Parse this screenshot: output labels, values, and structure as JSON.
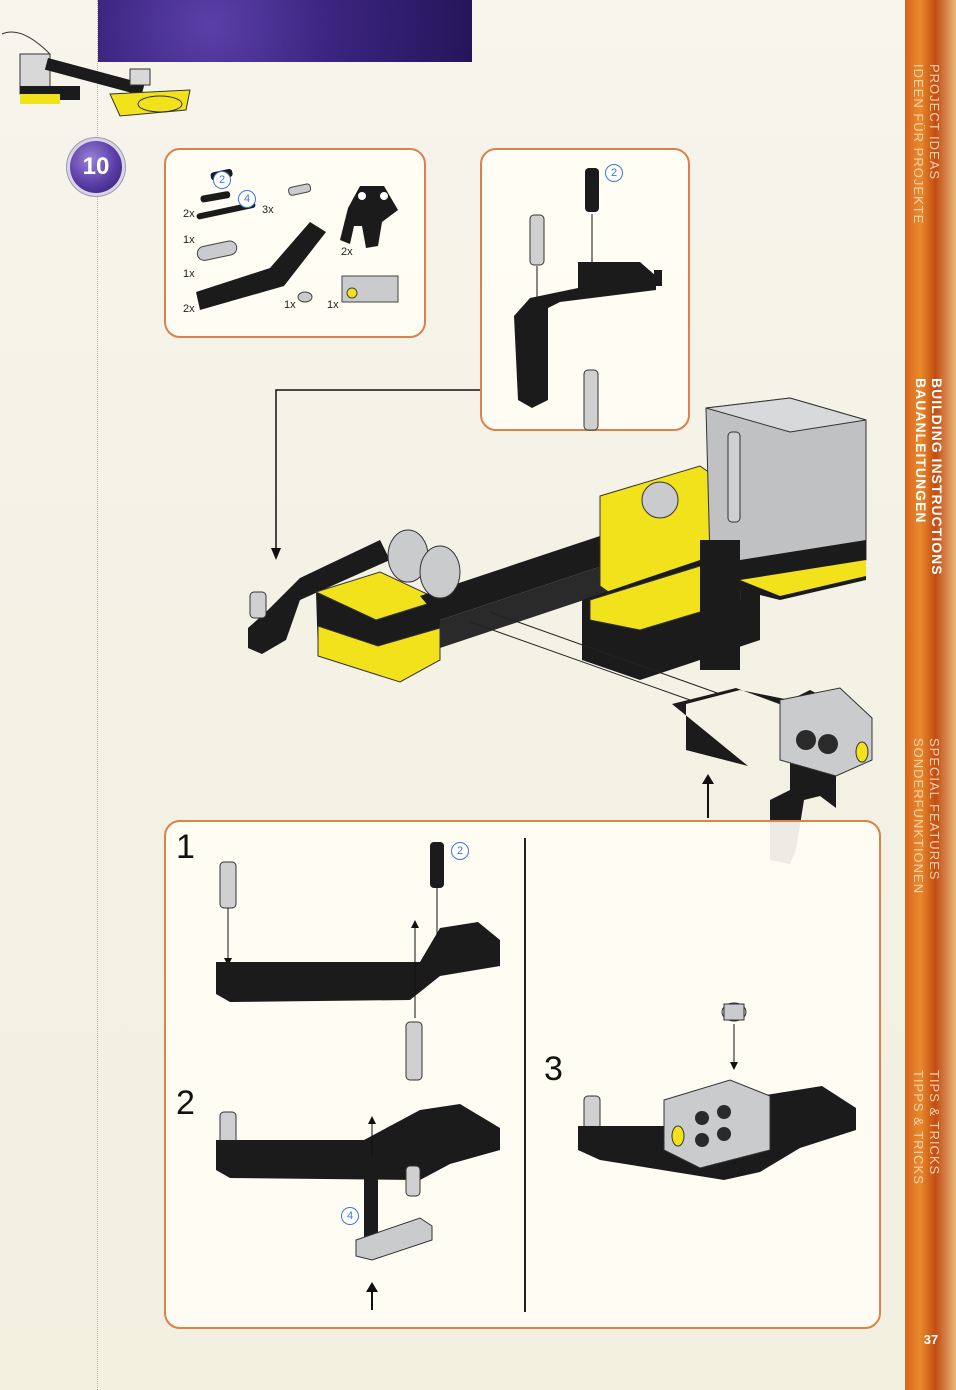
{
  "page": {
    "step_number": "10",
    "page_number": "37"
  },
  "parts_list": {
    "items": [
      {
        "count": "2x",
        "name": "axle-pin-gray"
      },
      {
        "count": "3x",
        "name": "pin-with-axle"
      },
      {
        "count": "1x",
        "name": "long-axle"
      },
      {
        "count": "1x",
        "name": "gray-lift-arm"
      },
      {
        "count": "2x",
        "name": "black-bent-beam"
      },
      {
        "count": "2x",
        "name": "black-wedge-plate"
      },
      {
        "count": "1x",
        "name": "bushing"
      },
      {
        "count": "1x",
        "name": "sensor-brick"
      }
    ],
    "callouts": [
      "2",
      "4"
    ]
  },
  "sub_assembly_top": {
    "callout": "2"
  },
  "sub_steps": [
    {
      "number": "1",
      "callout": "2"
    },
    {
      "number": "2",
      "callout": "4"
    },
    {
      "number": "3"
    }
  ],
  "side_menu": {
    "items": [
      {
        "line1": "PROJECT IDEAS",
        "line2": "IDEEN FÜR PROJEKTE",
        "active": false
      },
      {
        "line1": "BUILDING INSTRUCTIONS",
        "line2": "BAUANLEITUNGEN",
        "active": true
      },
      {
        "line1": "SPECIAL FEATURES",
        "line2": "SONDERFUNKTIONEN",
        "active": false
      },
      {
        "line1": "TIPS & TRICKS",
        "line2": "TIPPS & TRICKS",
        "active": false
      }
    ]
  },
  "colors": {
    "accent_orange": "#d9824a",
    "brand_purple": "#3b2580",
    "lego_black": "#1b1b1b",
    "lego_yellow": "#f2e21c",
    "lego_gray": "#c9cbcc",
    "callout_blue": "#3b7ad6"
  }
}
